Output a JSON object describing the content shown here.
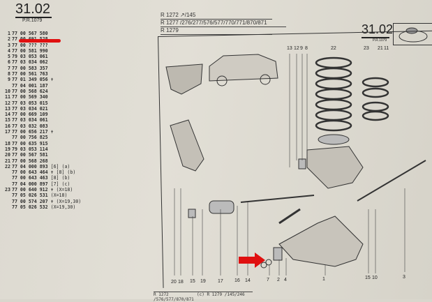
{
  "header": {
    "section": "31.02",
    "pr": "P.R.1079"
  },
  "models": [
    "R 1272 ↗/145",
    "R 1277 /276/277/576/577/770/771/870/871",
    "R 1279"
  ],
  "parts": [
    {
      "idx": "1",
      "ref": "77 00 567 580",
      "note": ""
    },
    {
      "idx": "2",
      "ref": "77 00 691 528",
      "note": ""
    },
    {
      "idx": "3",
      "ref": "77 00 ??? ???",
      "note": ""
    },
    {
      "idx": "4",
      "ref": "77 00 581 990",
      "note": ""
    },
    {
      "idx": "5",
      "ref": "79 03 053 061",
      "note": ""
    },
    {
      "idx": "6",
      "ref": "77 03 034 062",
      "note": ""
    },
    {
      "idx": "7",
      "ref": "77 00 583 357",
      "note": ""
    },
    {
      "idx": "8",
      "ref": "77 00 561 763",
      "note": ""
    },
    {
      "idx": "9",
      "ref": "77 01 349 056",
      "note": "✝"
    },
    {
      "idx": "",
      "ref": "77 04 001 187",
      "note": ""
    },
    {
      "idx": "10",
      "ref": "77 00 568 624",
      "note": ""
    },
    {
      "idx": "11",
      "ref": "77 00 569 340",
      "note": ""
    },
    {
      "idx": "12",
      "ref": "77 03 053 015",
      "note": ""
    },
    {
      "idx": "13",
      "ref": "77 03 034 021",
      "note": ""
    },
    {
      "idx": "14",
      "ref": "77 00 669 109",
      "note": ""
    },
    {
      "idx": "15",
      "ref": "77 03 034 061",
      "note": ""
    },
    {
      "idx": "16",
      "ref": "77 03 032 083",
      "note": ""
    },
    {
      "idx": "17",
      "ref": "77 00 656 217",
      "note": "✝"
    },
    {
      "idx": "",
      "ref": "77 00 756 825",
      "note": ""
    },
    {
      "idx": "18",
      "ref": "77 00 635 915",
      "note": ""
    },
    {
      "idx": "19",
      "ref": "79 03 053 114",
      "note": ""
    },
    {
      "idx": "20",
      "ref": "77 00 567 581",
      "note": ""
    },
    {
      "idx": "21",
      "ref": "77 00 568 268",
      "note": ""
    },
    {
      "idx": "22",
      "ref": "77 04 000 893",
      "note": "[6] (a)"
    },
    {
      "idx": "",
      "ref": "77 00 643 464",
      "note": "✝ [8] (b)"
    },
    {
      "idx": "",
      "ref": "77 00 643 463",
      "note": "[8] (b)"
    },
    {
      "idx": "",
      "ref": "77 04 000 897",
      "note": "[7] (c)"
    },
    {
      "idx": "23",
      "ref": "77 00 640 912",
      "note": "✝ (X=18)"
    },
    {
      "idx": "",
      "ref": "77 05 026 531",
      "note": "(X=18)"
    },
    {
      "idx": "",
      "ref": "77 00 574 207",
      "note": "✝ (X=19,30)"
    },
    {
      "idx": "",
      "ref": "77 05 026 532",
      "note": "(X=19,30)"
    }
  ],
  "callouts_top": [
    "13",
    "12",
    "9",
    "8",
    "22",
    "23",
    "21",
    "11"
  ],
  "callouts_bottom": [
    "20",
    "18",
    "15",
    "19",
    "17",
    "16",
    "14",
    "7",
    "2",
    "4",
    "1",
    "15",
    "10",
    "3"
  ],
  "footer": {
    "left": "R 1272 /576/577/870/871",
    "right": "(c) R 1279 /145/246"
  },
  "colors": {
    "highlight": "#e01010",
    "paper": "#dcd9d0"
  }
}
